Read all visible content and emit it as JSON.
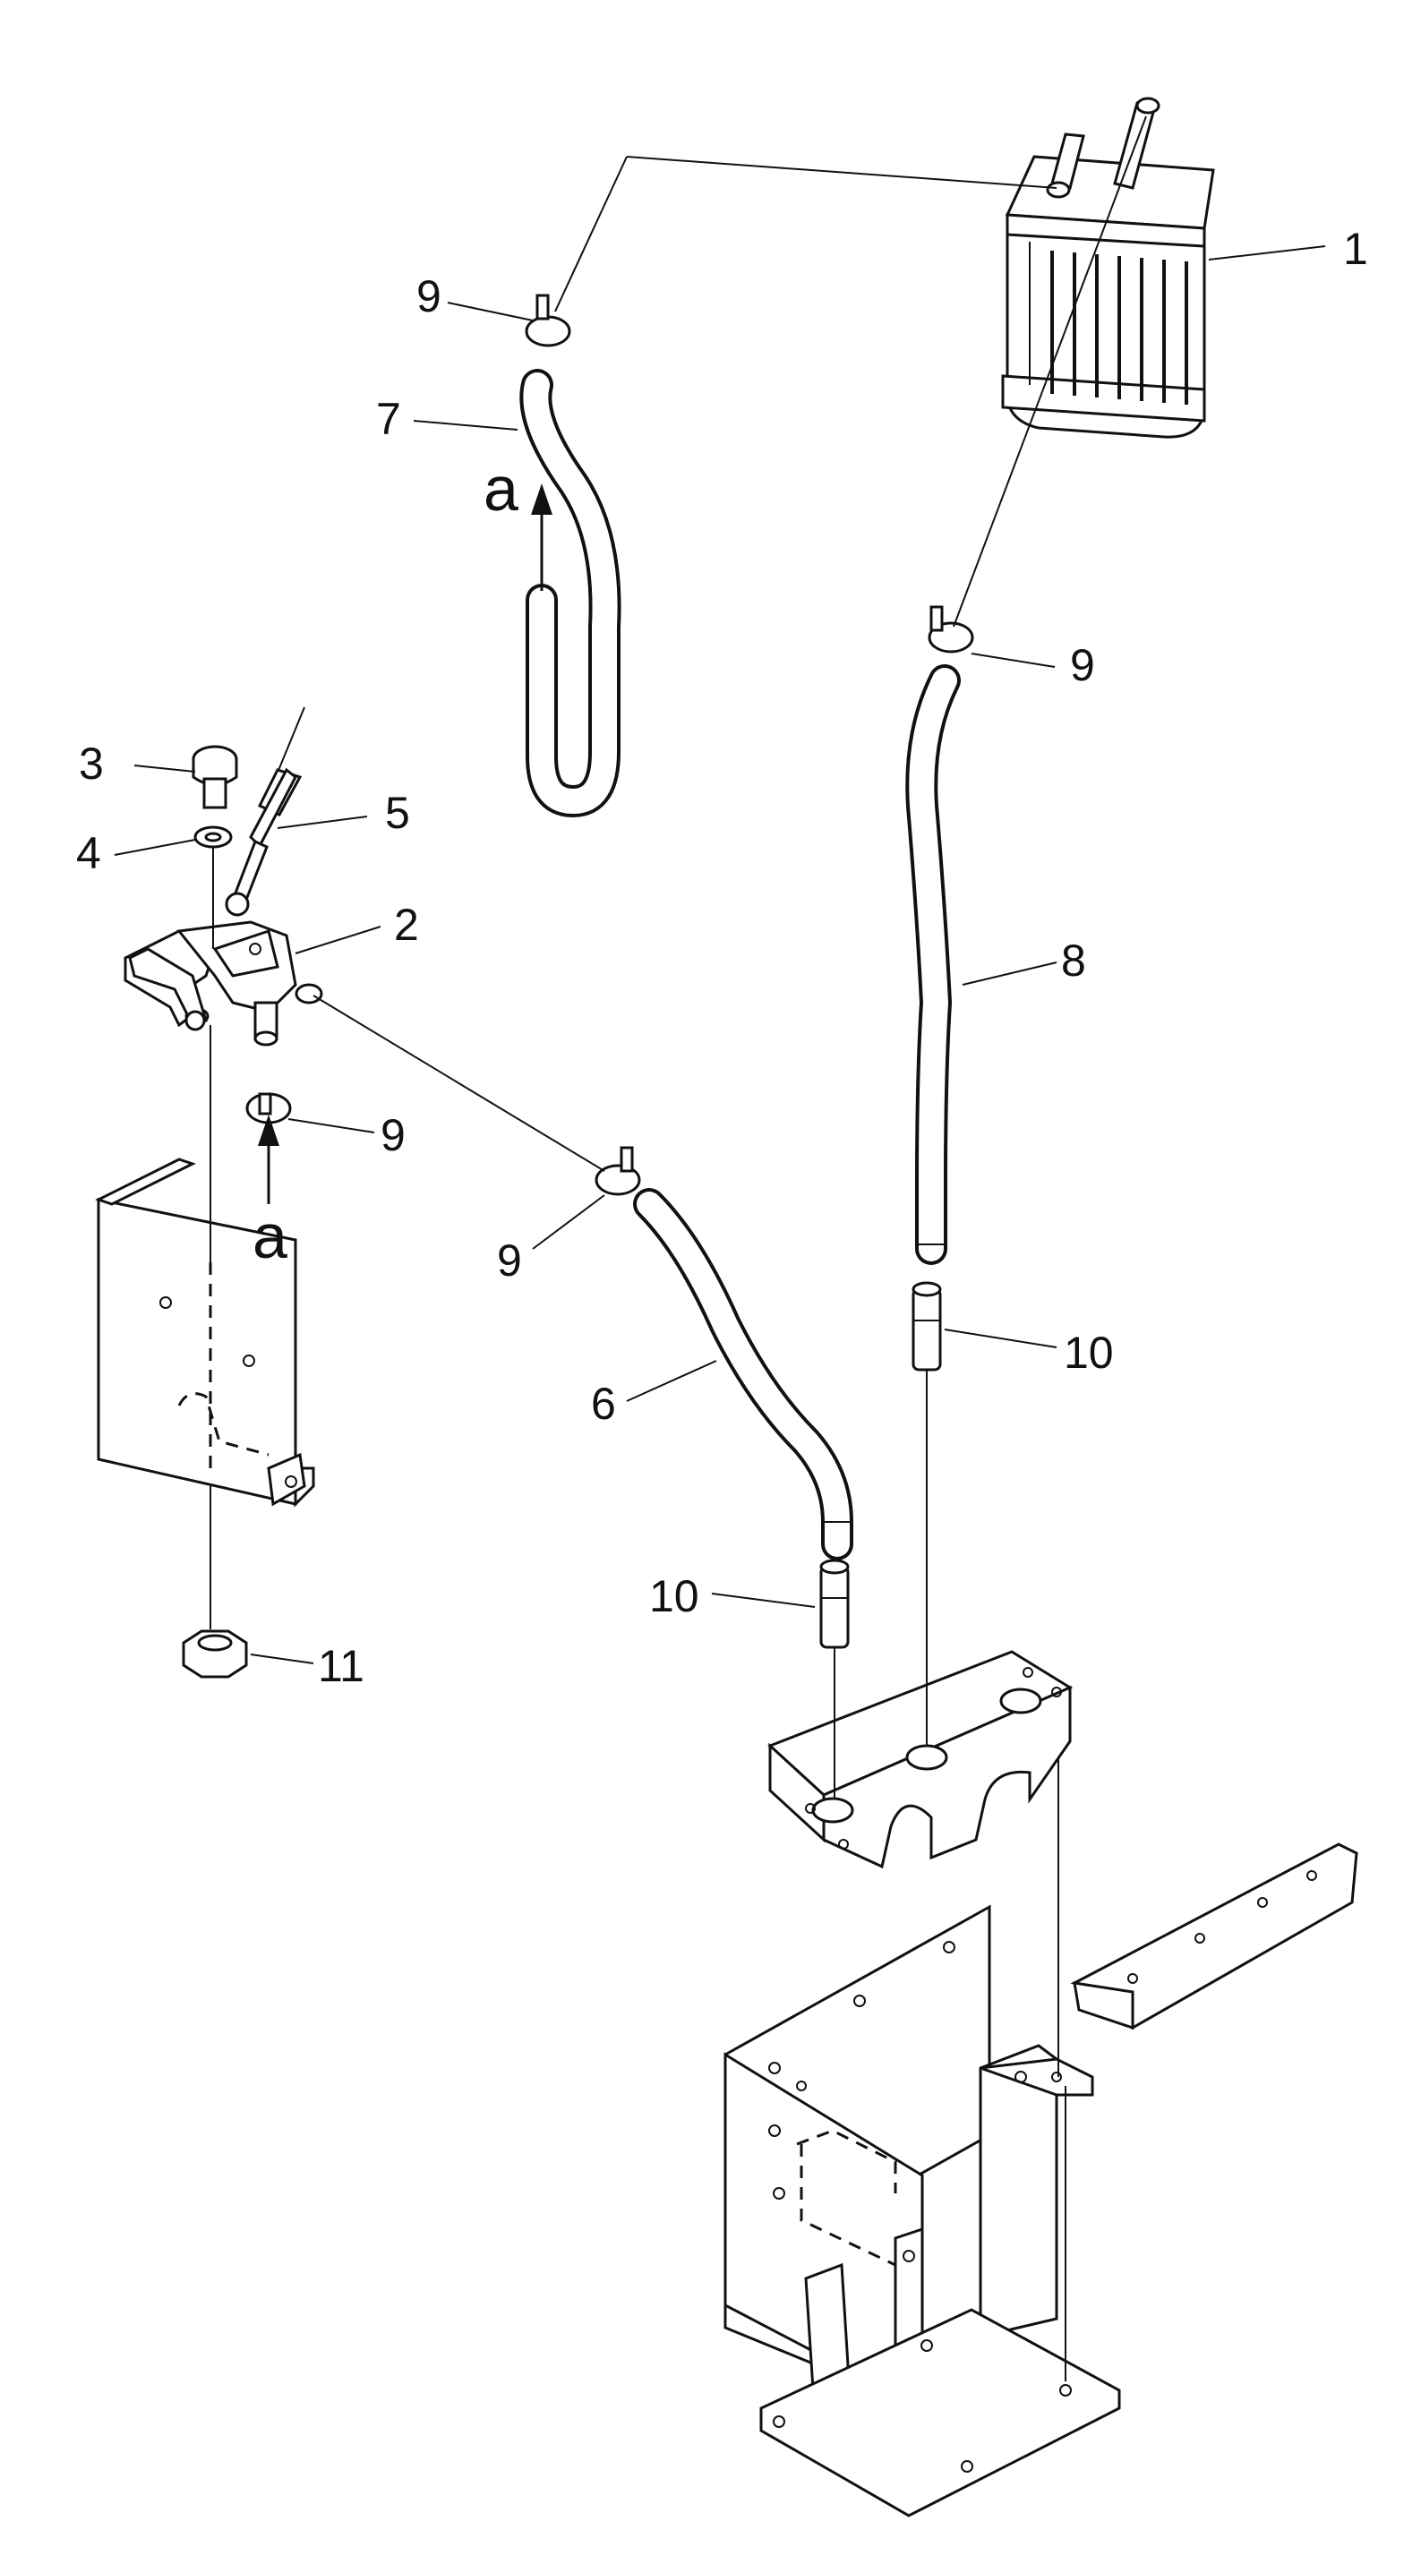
{
  "labels": {
    "p1": "1",
    "p2": "2",
    "p3": "3",
    "p4": "4",
    "p5": "5",
    "p6": "6",
    "p7": "7",
    "p8": "8",
    "p9a": "9",
    "p9b": "9",
    "p9c": "9",
    "p9d": "9",
    "p10a": "10",
    "p10b": "10",
    "p11": "11",
    "arrow_a_top": "a",
    "arrow_a_bottom": "a"
  }
}
